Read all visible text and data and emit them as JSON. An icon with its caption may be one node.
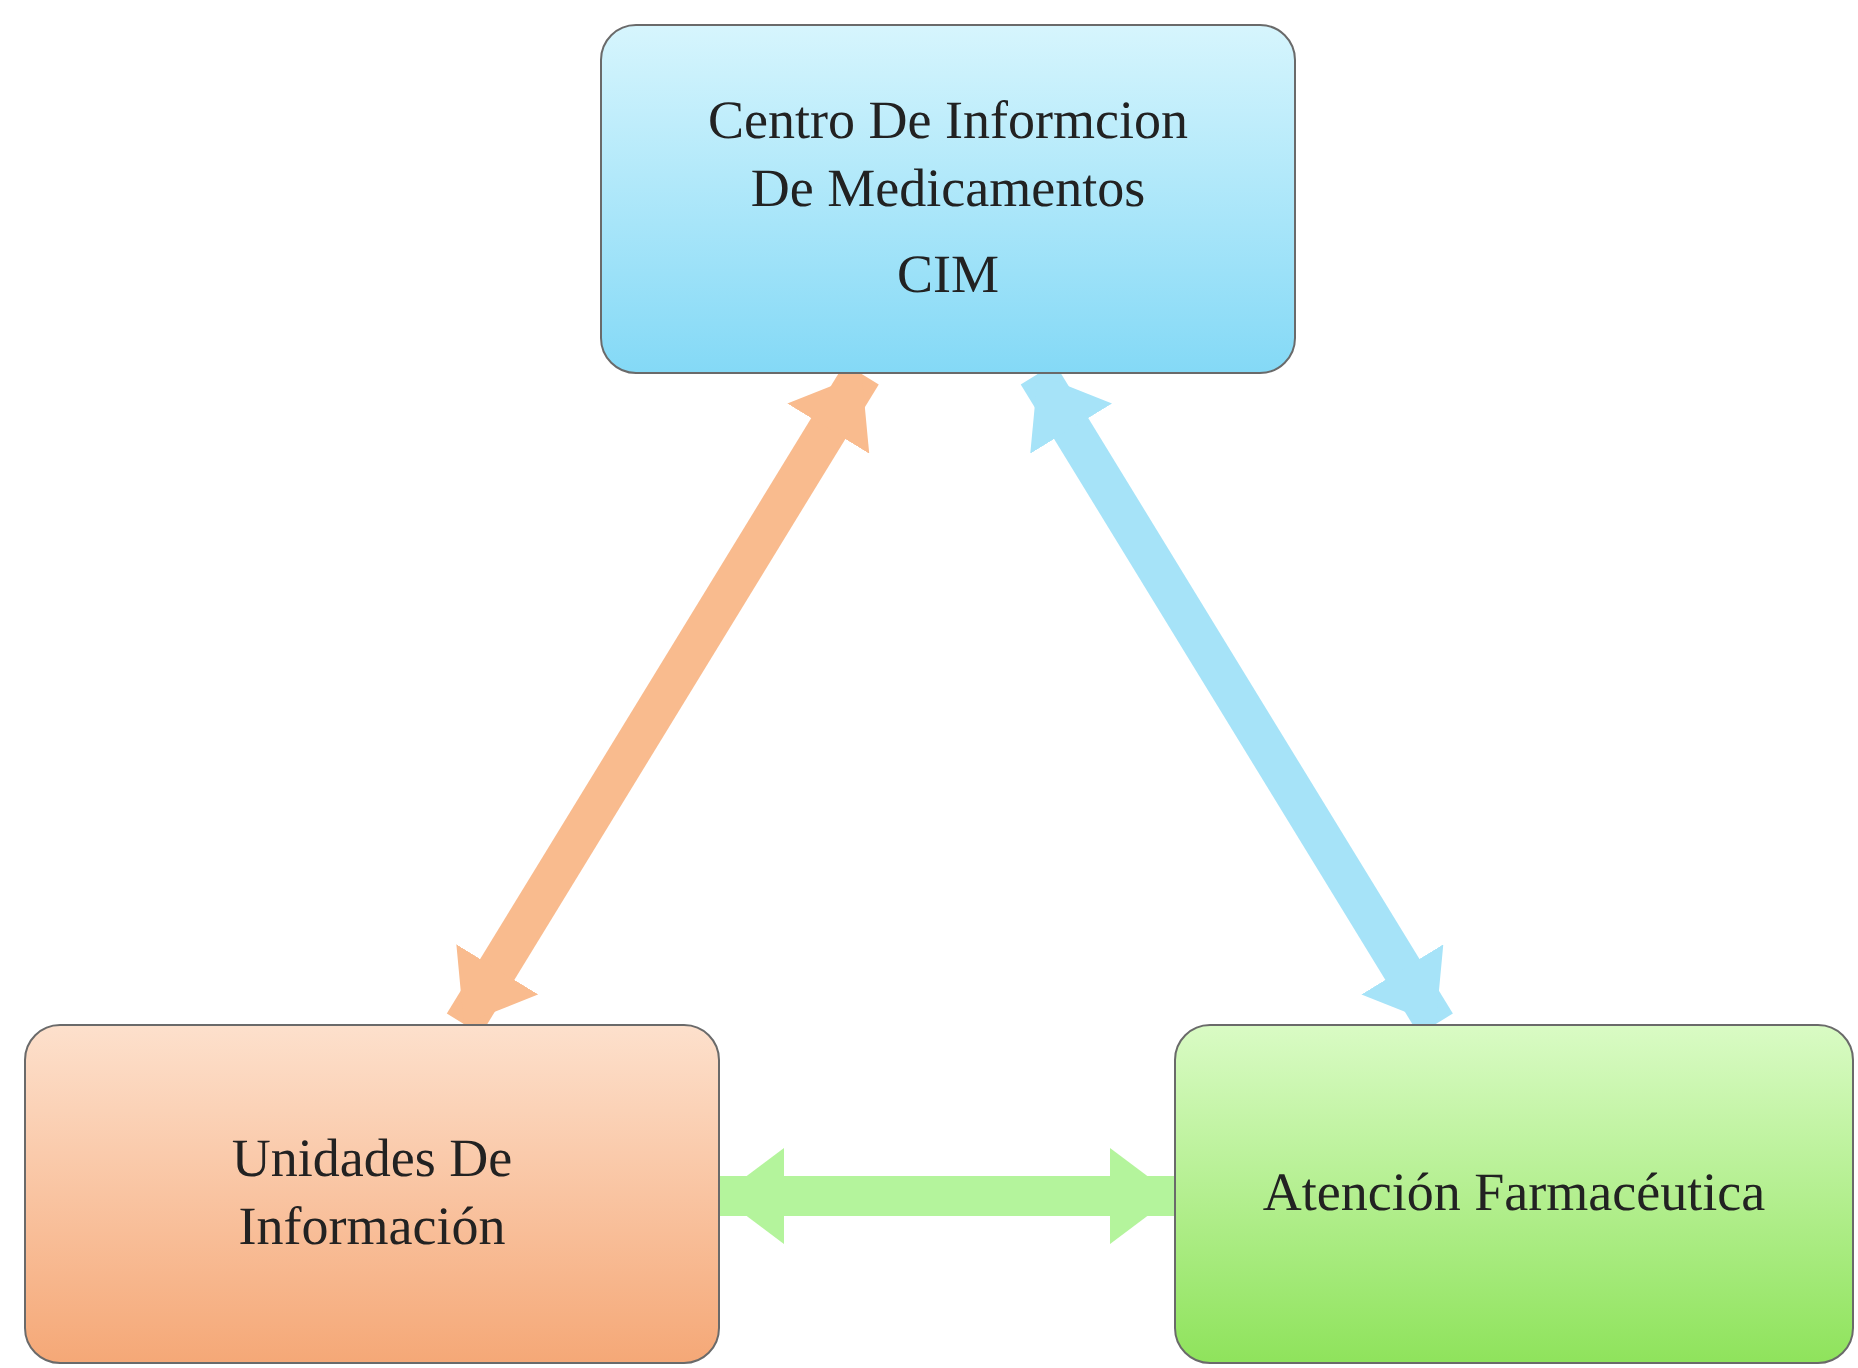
{
  "diagram": {
    "nodes": [
      {
        "text": [
          "Centro De Informcion De Medicamentos",
          "CIM"
        ]
      },
      {
        "text": [
          "Unidades De Información"
        ]
      },
      {
        "text": [
          "Atención Farmacéutica"
        ]
      }
    ],
    "edges": [
      {
        "from": 1,
        "to": 0,
        "arrow": "both",
        "color": "#f9bb8e"
      },
      {
        "from": 0,
        "to": 2,
        "arrow": "both",
        "color": "#a6e3f8"
      },
      {
        "from": 1,
        "to": 2,
        "arrow": "both",
        "color": "#b4f49c"
      }
    ]
  }
}
